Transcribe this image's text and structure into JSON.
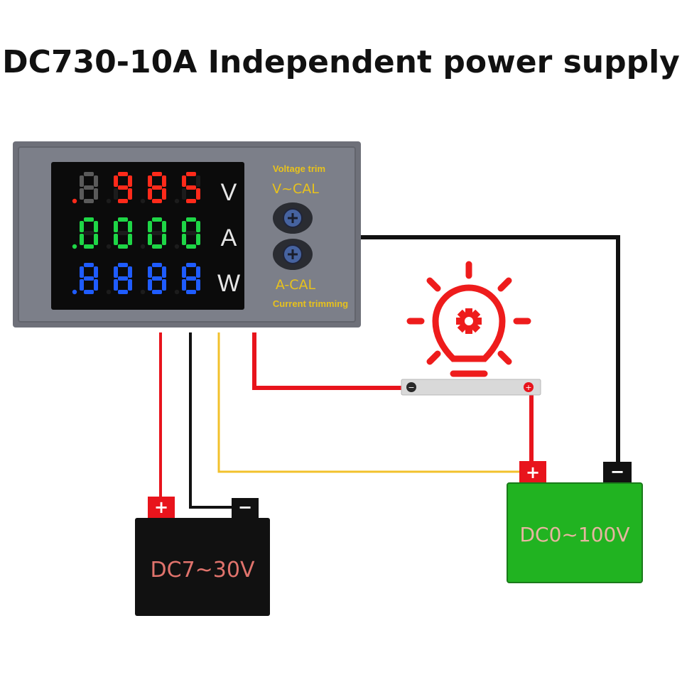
{
  "title": "DC730-10A Independent power supply",
  "meter": {
    "rows": [
      {
        "digits": [
          "8",
          "9",
          "8",
          "5"
        ],
        "unit": "V",
        "color": "#ff2a1a",
        "dim": [
          true,
          false,
          false,
          false
        ]
      },
      {
        "digits": [
          "0",
          "0",
          "0",
          "0"
        ],
        "unit": "A",
        "color": "#1ed646",
        "dim": [
          false,
          false,
          false,
          false
        ]
      },
      {
        "digits": [
          "8",
          "8",
          "8",
          "8"
        ],
        "unit": "W",
        "color": "#1f5cff",
        "dim": [
          false,
          false,
          false,
          false
        ]
      }
    ],
    "voltage_trim_label": "Voltage trim",
    "vcal_label": "V~CAL",
    "acal_label": "A-CAL",
    "current_trim_label": "Current trimming",
    "label_color": "#e8c21c"
  },
  "load": {
    "minus_symbol": "−",
    "plus_symbol": "+",
    "bulb_color": "#ee1c1c"
  },
  "battery_small": {
    "label": "DC7~30V",
    "plus": "+",
    "minus": "−",
    "body_color": "#111111",
    "label_color": "#e0736c"
  },
  "battery_large": {
    "label": "DC0~100V",
    "plus": "+",
    "minus": "−",
    "body_color": "#21b321",
    "label_color": "#e7b5a0"
  },
  "wires": {
    "red": "#e8141c",
    "black": "#111111",
    "yellow": "#f2c12c"
  }
}
